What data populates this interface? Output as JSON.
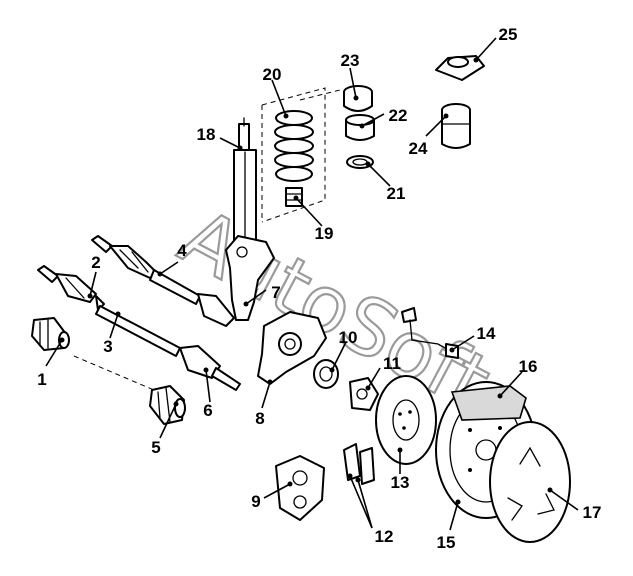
{
  "watermark": "AutoSoft",
  "callouts": [
    "1",
    "2",
    "3",
    "4",
    "5",
    "6",
    "7",
    "8",
    "9",
    "10",
    "11",
    "12",
    "13",
    "14",
    "15",
    "16",
    "17",
    "18",
    "19",
    "20",
    "21",
    "22",
    "23",
    "24",
    "25"
  ]
}
